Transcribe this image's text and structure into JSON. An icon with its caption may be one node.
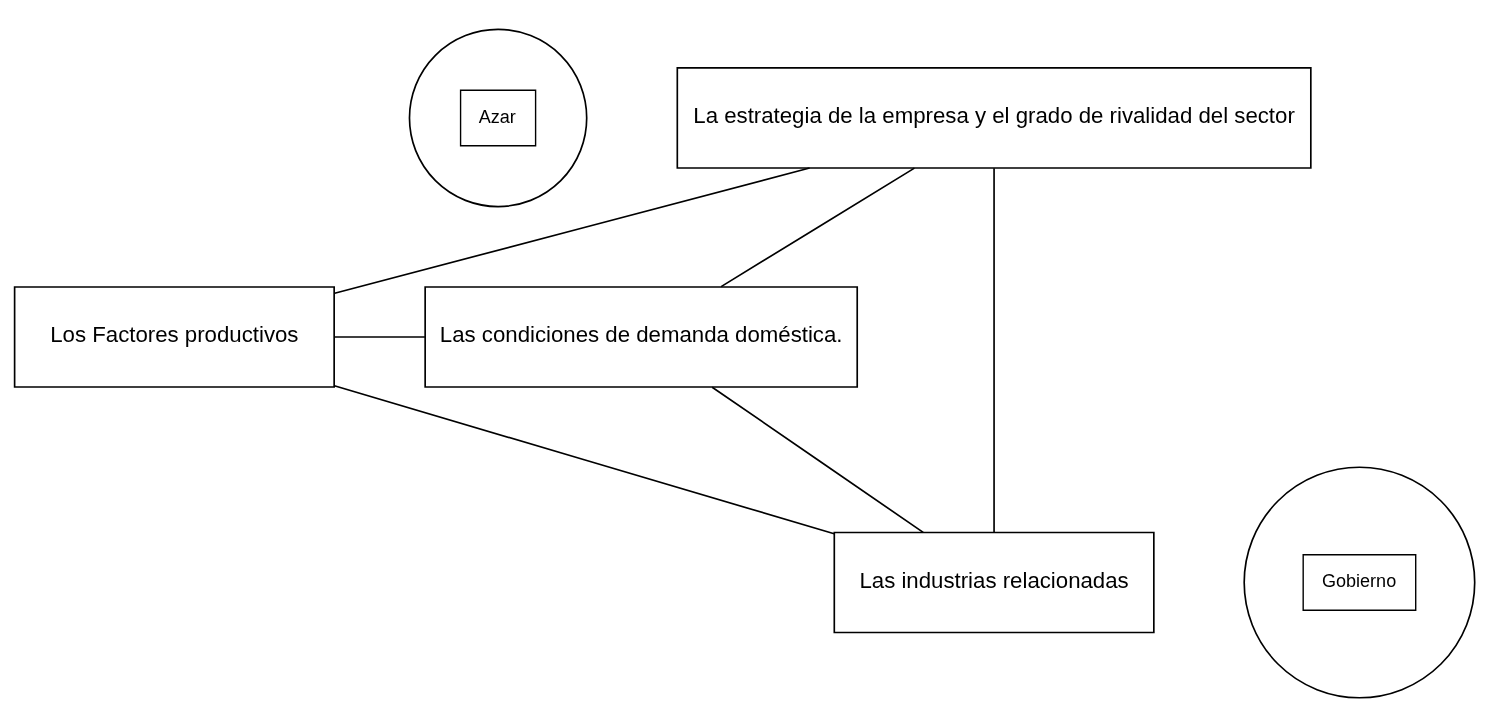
{
  "diagram": {
    "nodes": [
      {
        "text": [],
        "shape": "circle"
      },
      {
        "text": [
          "Azar"
        ],
        "in": 0
      },
      {
        "text": [
          "La estrategia de la empresa y el grado de rivalidad del sector"
        ]
      },
      {
        "text": [
          "Los Factores productivos"
        ]
      },
      {
        "text": [
          "Las condiciones de demanda doméstica."
        ]
      },
      {
        "text": [
          "Las industrias relacionadas"
        ]
      },
      {
        "text": [],
        "shape": "circle"
      },
      {
        "text": [
          "Gobierno"
        ],
        "in": 6
      }
    ],
    "edges": [
      {
        "from": 2,
        "to": 3,
        "arrow": "none"
      },
      {
        "from": 2,
        "to": 4,
        "arrow": "none"
      },
      {
        "from": 3,
        "to": 5,
        "arrow": "none"
      },
      {
        "from": 4,
        "to": 5,
        "arrow": "none"
      },
      {
        "from": 2,
        "to": 5,
        "arrow": "none"
      },
      {
        "from": 3,
        "to": 4,
        "arrow": "none"
      }
    ]
  }
}
